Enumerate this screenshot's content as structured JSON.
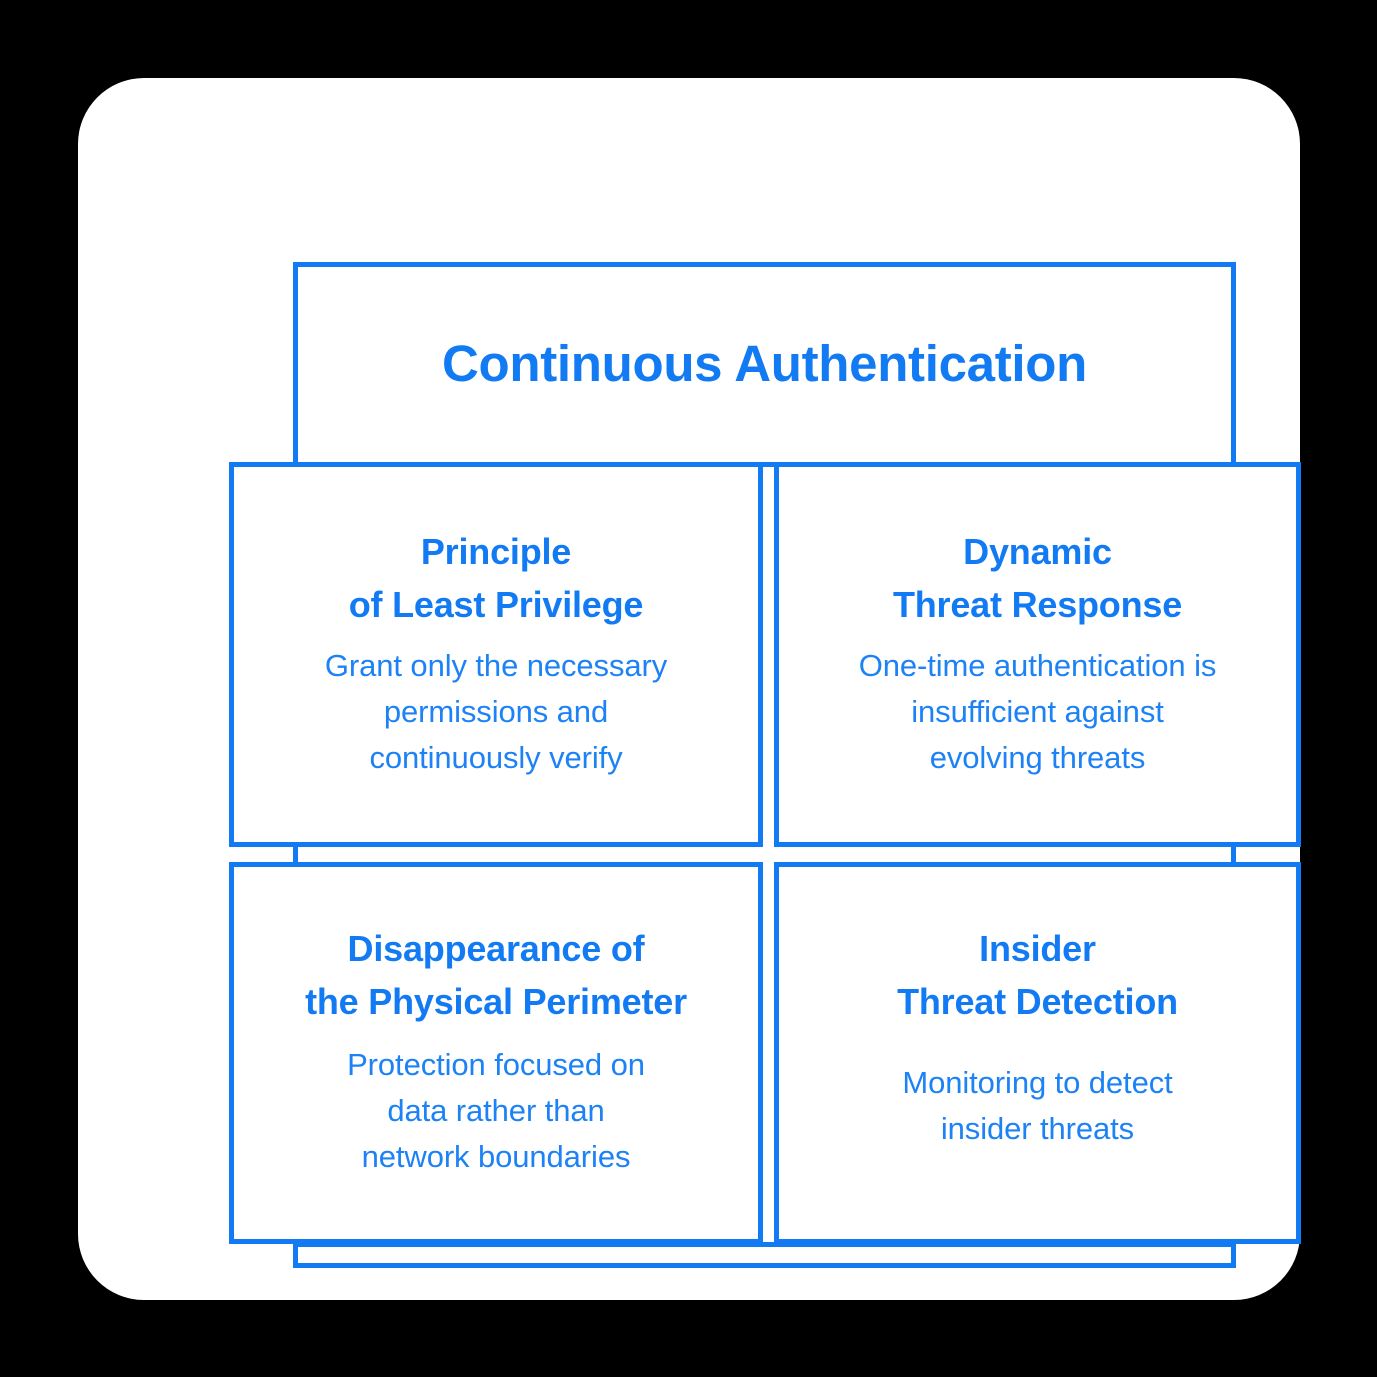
{
  "theme": {
    "background": "#000000",
    "card_background": "#ffffff",
    "accent": "#127af3",
    "body_text": "#1d82f5"
  },
  "diagram": {
    "type": "quadrant-hierarchy",
    "root": {
      "label": "Continuous Authentication"
    },
    "quadrants": [
      {
        "id": "principle-of-least-privilege",
        "position": "top-left",
        "heading": "Principle\nof Least Privilege",
        "body": "Grant only the necessary\npermissions and\ncontinuously verify"
      },
      {
        "id": "dynamic-threat-response",
        "position": "top-right",
        "heading": "Dynamic\nThreat Response",
        "body": "One-time authentication is\ninsufficient against\nevolving threats"
      },
      {
        "id": "disappearance-of-the-physical-perimeter",
        "position": "bottom-left",
        "heading": "Disappearance of\nthe Physical Perimeter",
        "body": "Protection focused on\ndata rather than\nnetwork boundaries"
      },
      {
        "id": "insider-threat-detection",
        "position": "bottom-right",
        "heading": "Insider\nThreat Detection",
        "body": "Monitoring to detect\ninsider threats"
      }
    ]
  }
}
